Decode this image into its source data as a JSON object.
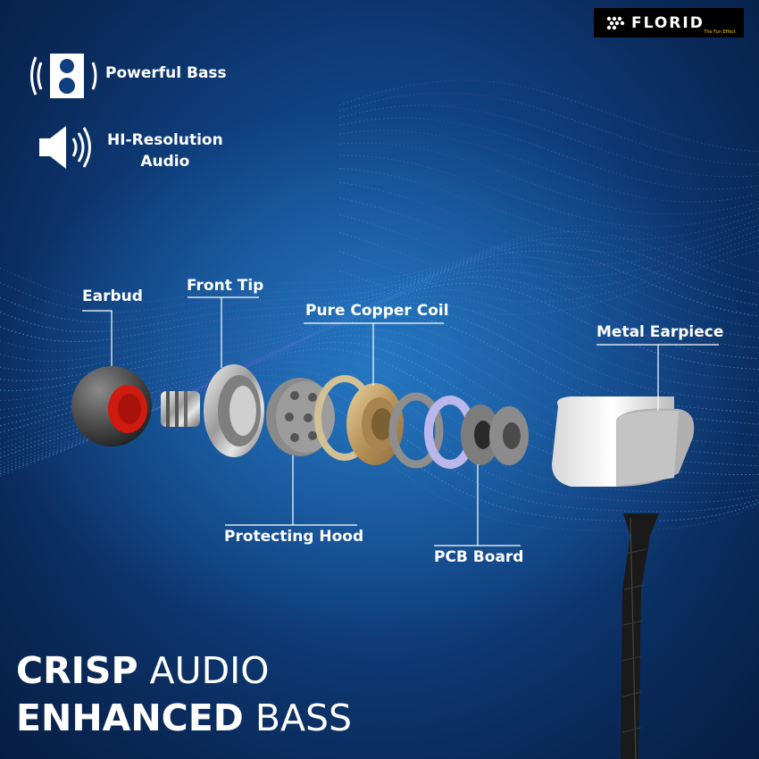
{
  "brand": {
    "name": "FLORID",
    "tagline": "The Fun Effect"
  },
  "features": [
    {
      "icon": "speaker-icon",
      "text": "Powerful Bass"
    },
    {
      "icon": "volume-icon",
      "line1": "HI-Resolution",
      "line2": "Audio"
    }
  ],
  "labels": {
    "earbud": "Earbud",
    "front_tip": "Front Tip",
    "pure_copper_coil": "Pure Copper Coil",
    "metal_earpiece": "Metal Earpiece",
    "protecting_hood": "Protecting Hood",
    "pcb_board": "PCB Board"
  },
  "headline": {
    "line1_bold": "CRISP",
    "line1_light": "AUDIO",
    "line2_bold": "ENHANCED",
    "line2_light": "BASS"
  },
  "colors": {
    "background": "#0f3f7e",
    "wave_cyan": "#56c6f0",
    "wave_purple": "#b04be0",
    "earbud_red": "#c0160c",
    "copper": "#c8a868"
  }
}
